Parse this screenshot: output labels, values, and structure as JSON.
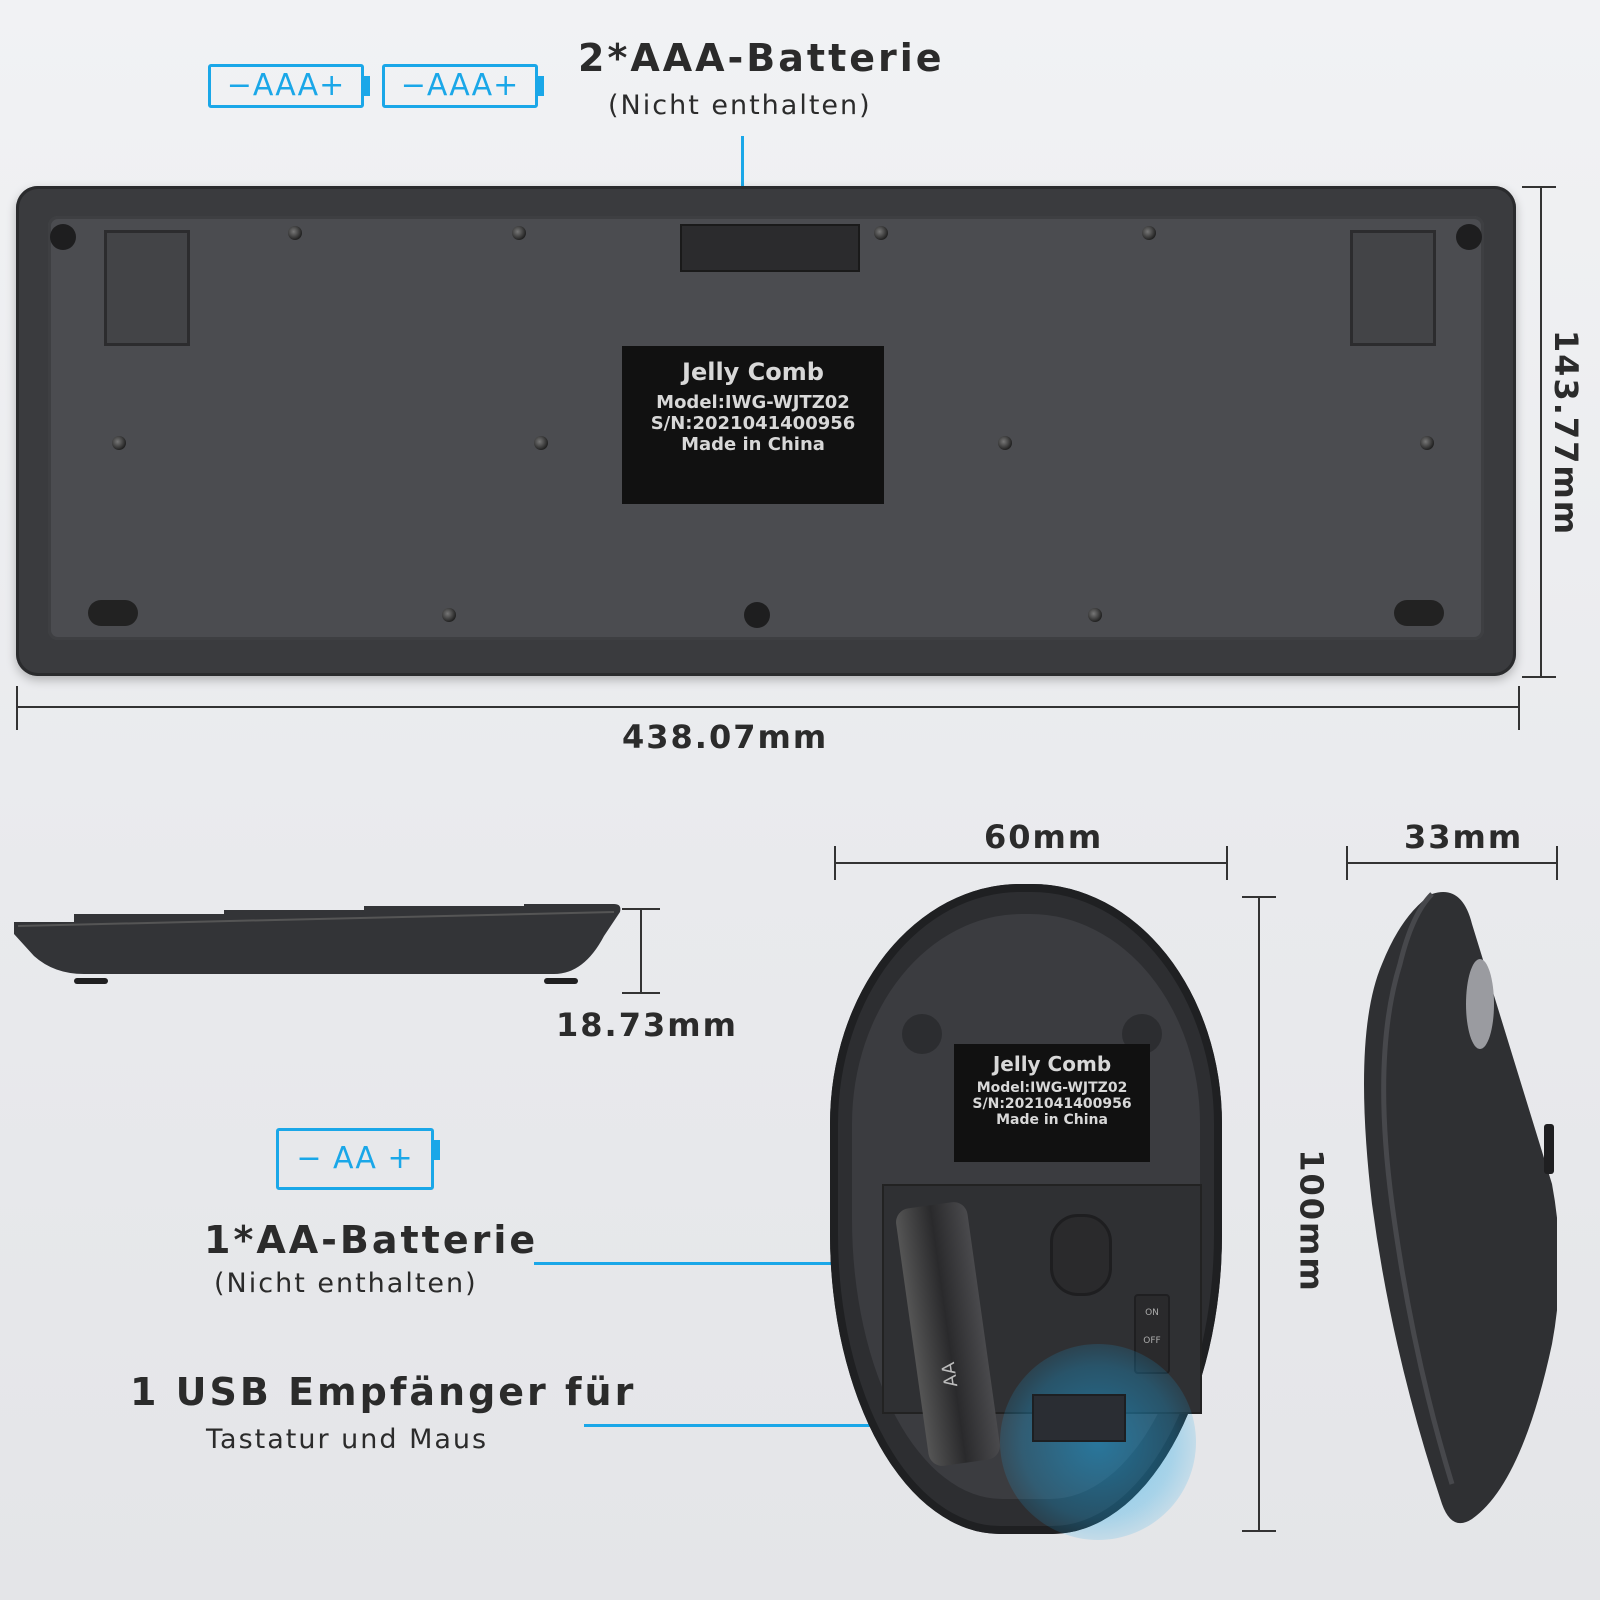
{
  "keyboard": {
    "battery_icon_label": "AAA",
    "battery_title": "2*AAA-Batterie",
    "battery_note": "(Nicht enthalten)",
    "width": "438.07mm",
    "depth": "143.77mm",
    "height": "18.73mm",
    "label": {
      "brand": "Jelly Comb",
      "model": "Model:IWG-WJTZ02",
      "serial": "S/N:2021041400956",
      "origin": "Made in China"
    }
  },
  "mouse": {
    "battery_icon_label": "AA",
    "battery_title": "1*AA-Batterie",
    "battery_note": "(Nicht enthalten)",
    "receiver_title": "1 USB Empfänger für",
    "receiver_note": "Tastatur und Maus",
    "width": "60mm",
    "length": "100mm",
    "height": "33mm",
    "battery_marking": "AA",
    "switch_on": "ON",
    "switch_off": "OFF",
    "label": {
      "brand": "Jelly Comb",
      "model": "Model:IWG-WJTZ02",
      "serial": "S/N:2021041400956",
      "origin": "Made in China"
    }
  },
  "colors": {
    "accent": "#1aa7e8",
    "device": "#3a3b3e",
    "background": "#eceef0"
  }
}
